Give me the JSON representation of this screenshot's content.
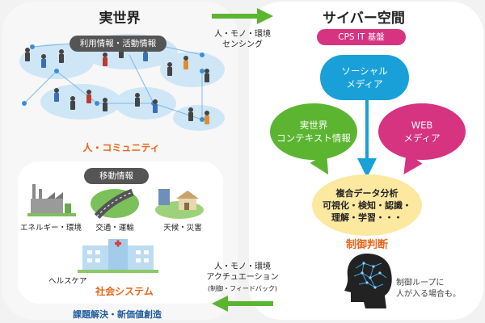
{
  "real_world": {
    "title": "実世界",
    "usage_pill": "利用情報・活動情報",
    "community_label": "人・コミュニティ",
    "movement_pill": "移動情報",
    "icons": {
      "energy": "エネルギー・環境",
      "traffic": "交通・運輸",
      "weather": "天候・災害",
      "health": "ヘルスケア"
    },
    "social_system": "社会システム",
    "footer": "課題解決・新価値創造"
  },
  "cyber_space": {
    "title": "サイバー空間",
    "platform_pill": "CPS IT 基盤",
    "social_media": "ソーシャル\nメディア",
    "context_info": "実世界\nコンテキスト情報",
    "web_media": "WEB\nメディア",
    "analysis": "複合データ分析\n可視化・検知・認識・\n理解・学習・・・",
    "control": "制御判断",
    "loop_note": "制御ループに\n人が入る場合も。"
  },
  "arrows": {
    "sensing": "人・モノ・環境\nセンシング",
    "actuation": "人・モノ・環境\nアクチュエーション",
    "actuation_sub": "(制御・フィードバック)"
  },
  "colors": {
    "green": "#5cb531",
    "blue_accent": "#1aa0d9",
    "magenta": "#d63381",
    "orange": "#e8661b",
    "pill_dark": "#555555",
    "pill_magenta": "#d63381",
    "analysis_bg": "#fde8a0"
  }
}
